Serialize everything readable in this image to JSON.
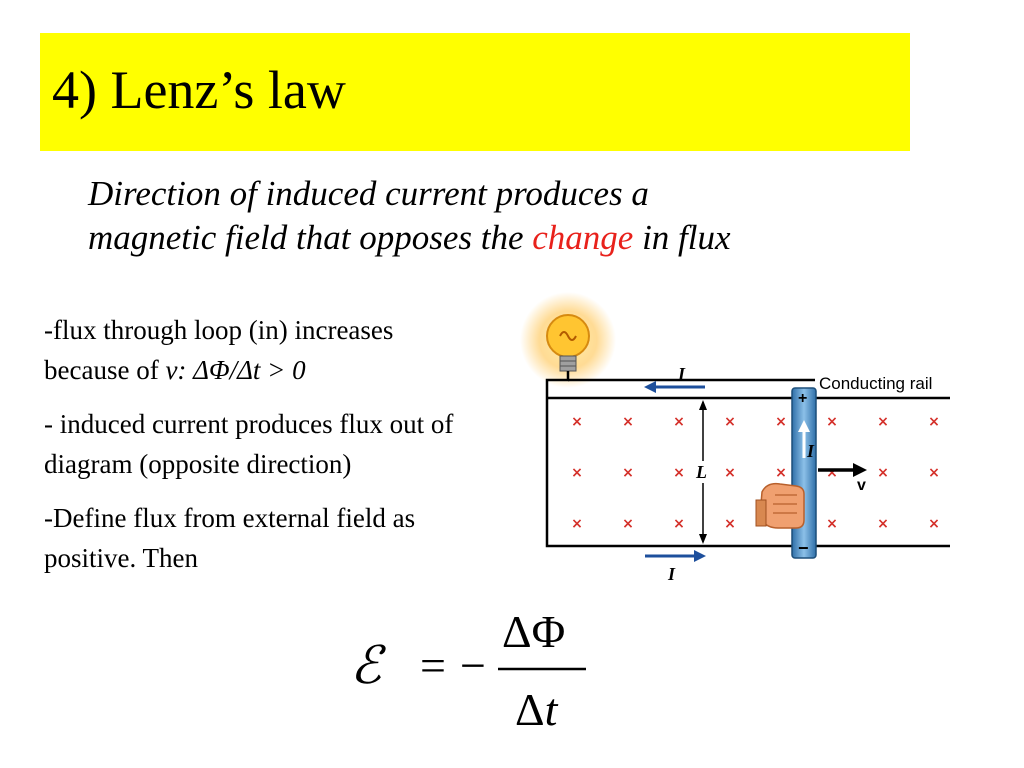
{
  "title": "4) Lenz’s law",
  "subtitle": {
    "line1": "Direction of induced current produces a",
    "line2_pre": "magnetic field that opposes the ",
    "line2_highlight": "change",
    "line2_post": " in flux"
  },
  "bullets": [
    {
      "line1": "-flux through loop (in) increases",
      "line2_pre": "because of ",
      "line2_math": "v: ΔΦ/Δt > 0"
    },
    {
      "text": "- induced current produces flux out of diagram (opposite direction)"
    },
    {
      "text": "-Define flux from external field as positive. Then"
    }
  ],
  "diagram": {
    "rail_label": "Conducting rail",
    "current_top": "I",
    "current_bottom": "I",
    "current_bar": "I",
    "length_label": "L",
    "velocity_label": "v",
    "plus": "+",
    "minus": "−",
    "field_symbol": "×"
  },
  "formula": {
    "emf": "ℰ",
    "equals": "=",
    "minus": "−",
    "numerator": "ΔΦ",
    "denominator_delta": "Δ",
    "denominator_var": "t"
  },
  "colors": {
    "title_bg": "#ffff00",
    "highlight": "#e8211b",
    "rod": "#4a90c8",
    "field_mark": "#d4302a"
  }
}
